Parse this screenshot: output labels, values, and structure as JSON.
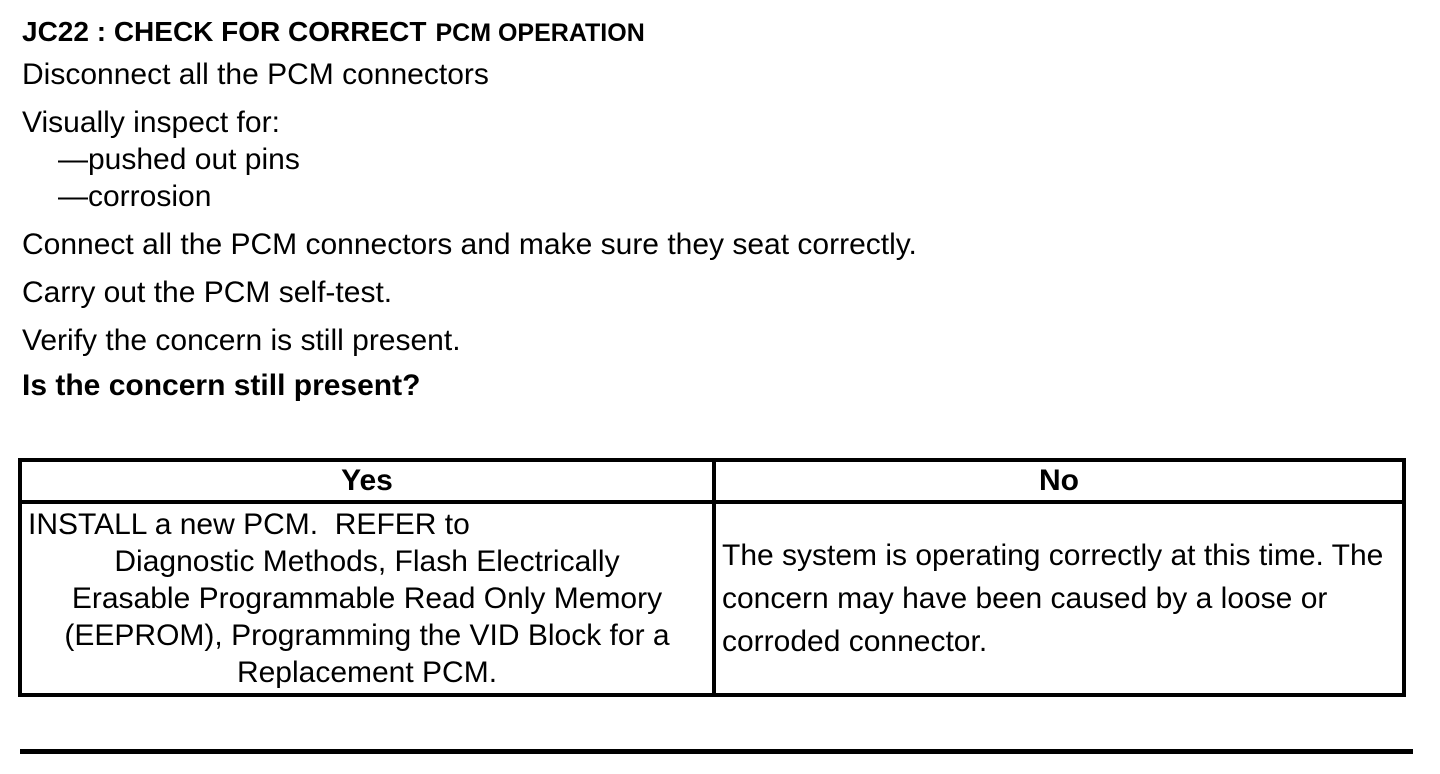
{
  "heading": {
    "code": "JC22 : CHECK FOR CORRECT",
    "title": "PCM OPERATION"
  },
  "steps": {
    "disconnect": "Disconnect all the PCM connectors",
    "inspect": "Visually inspect for:",
    "inspect_items": [
      "—pushed out pins",
      "—corrosion"
    ],
    "connect": "Connect all the PCM connectors and make sure they seat correctly.",
    "selftest": "Carry out the PCM self-test.",
    "verify": "Verify the concern is still present."
  },
  "question": "Is the concern still present?",
  "decision_table": {
    "headers": {
      "yes": "Yes",
      "no": "No"
    },
    "yes_action_lines": [
      "INSTALL a new PCM.  REFER to",
      "Diagnostic Methods, Flash Electrically",
      "Erasable Programmable Read Only Memory",
      "(EEPROM), Programming the VID Block for a",
      "Replacement PCM."
    ],
    "no_action": "The system is operating correctly at this time. The concern may have been caused by a loose or corroded connector."
  },
  "colors": {
    "text": "#000000",
    "background": "#ffffff",
    "border": "#000000"
  }
}
